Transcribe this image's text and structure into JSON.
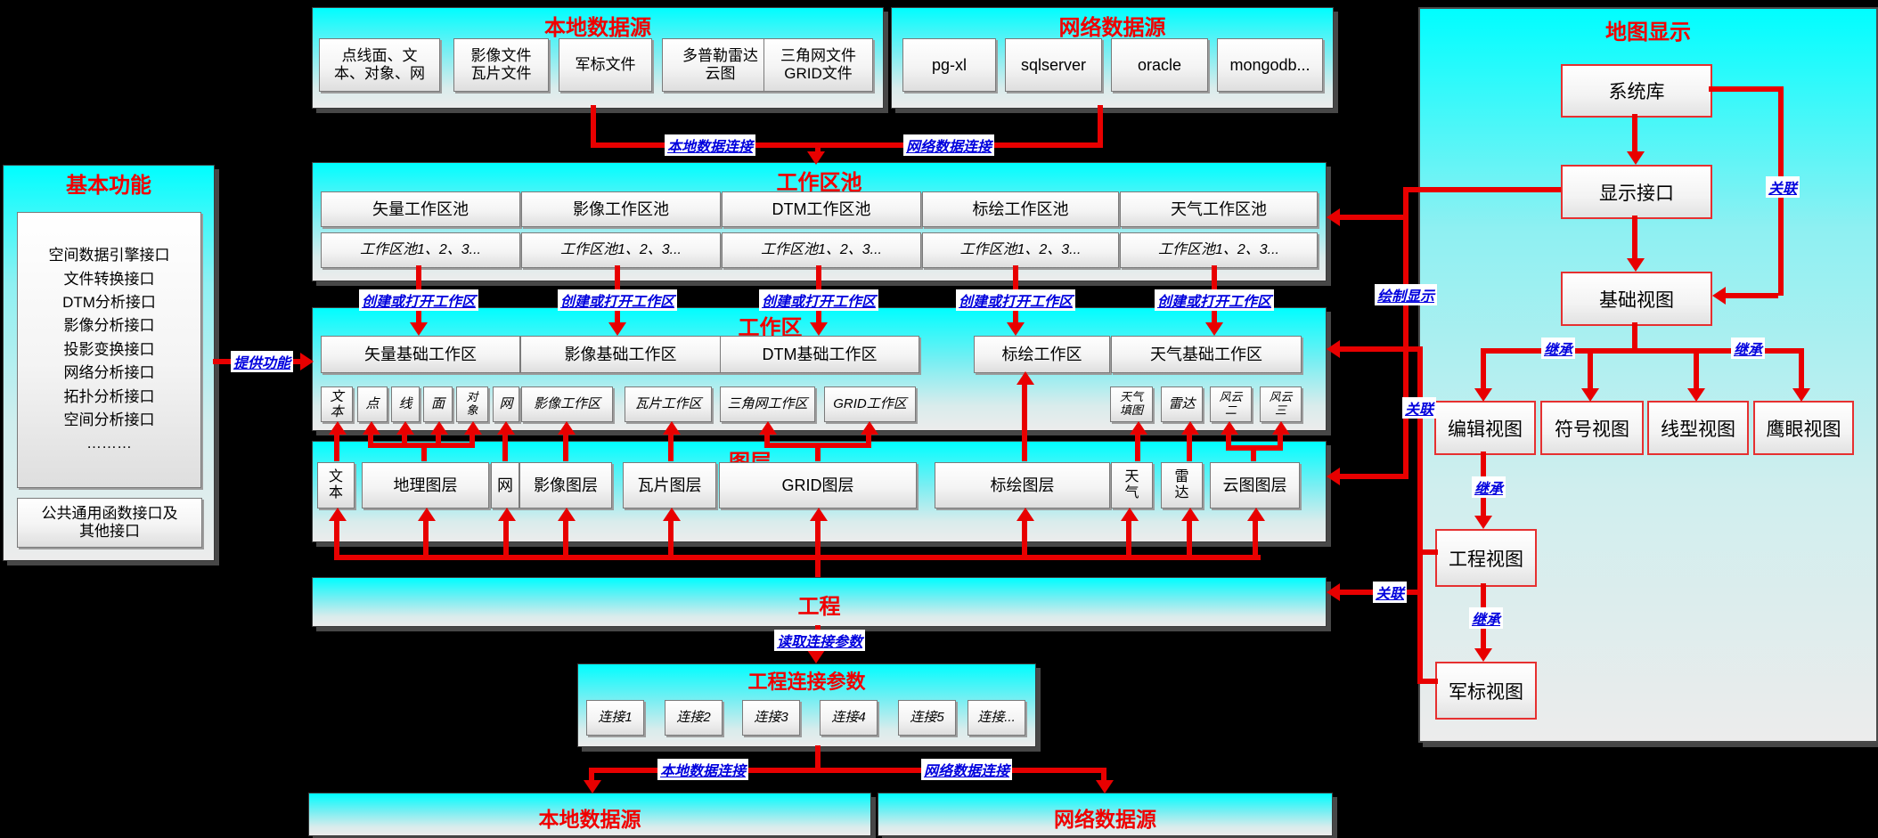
{
  "colors": {
    "accent_red": "#e80000",
    "label_blue": "#0000dd",
    "panel_cyan": "#00feff",
    "background": "#000000"
  },
  "top_local": {
    "title": "本地数据源",
    "items": [
      "点线面、文\n本、对象、网",
      "影像文件\n瓦片文件",
      "军标文件",
      "多普勒雷达\n云图",
      "三角网文件\nGRID文件"
    ]
  },
  "top_network": {
    "title": "网络数据源",
    "items": [
      "pg-xl",
      "sqlserver",
      "oracle",
      "mongodb..."
    ]
  },
  "basic_functions": {
    "title": "基本功能",
    "interfaces": [
      "空间数据引擎接口",
      "文件转换接口",
      "DTM分析接口",
      "影像分析接口",
      "投影变换接口",
      "网络分析接口",
      "拓扑分析接口",
      "空间分析接口",
      "………"
    ],
    "common_box": "公共通用函数接口及\n其他接口"
  },
  "pool": {
    "title": "工作区池",
    "items": [
      "矢量工作区池",
      "影像工作区池",
      "DTM工作区池",
      "标绘工作区池",
      "天气工作区池"
    ],
    "sub": "工作区池1、2、3..."
  },
  "workspace": {
    "title": "工作区",
    "items": [
      "矢量基础工作区",
      "影像基础工作区",
      "DTM基础工作区",
      "标绘工作区",
      "天气基础工作区"
    ],
    "small": [
      "文\n本",
      "点",
      "线",
      "面",
      "对\n象",
      "网",
      "影像工作区",
      "瓦片工作区",
      "三角网工作区",
      "GRID工作区",
      "天气\n填图",
      "雷达",
      "风云\n二",
      "风云\n三"
    ]
  },
  "layers": {
    "title": "图层",
    "items": [
      "文\n本",
      "地理图层",
      "网",
      "影像图层",
      "瓦片图层",
      "GRID图层",
      "标绘图层",
      "天\n气",
      "雷\n达",
      "云图图层"
    ]
  },
  "project": {
    "title": "工程"
  },
  "conn_params": {
    "title": "工程连接参数",
    "items": [
      "连接1",
      "连接2",
      "连接3",
      "连接4",
      "连接5",
      "连接..."
    ]
  },
  "bottom_local": {
    "title": "本地数据源"
  },
  "bottom_network": {
    "title": "网络数据源"
  },
  "map_display": {
    "title": "地图显示",
    "boxes": {
      "system_lib": "系统库",
      "display_iface": "显示接口",
      "base_view": "基础视图",
      "edit_view": "编辑视图",
      "symbol_view": "符号视图",
      "linetype_view": "线型视图",
      "eagle_view": "鹰眼视图",
      "project_view": "工程视图",
      "military_view": "军标视图"
    }
  },
  "edge_labels": {
    "local_conn": "本地数据连接",
    "net_conn": "网络数据连接",
    "create_open": "创建或打开工作区",
    "provide": "提供功能",
    "draw_display": "绘制显示",
    "assoc": "关联",
    "inherit": "继承",
    "read_conn": "读取连接参数"
  }
}
